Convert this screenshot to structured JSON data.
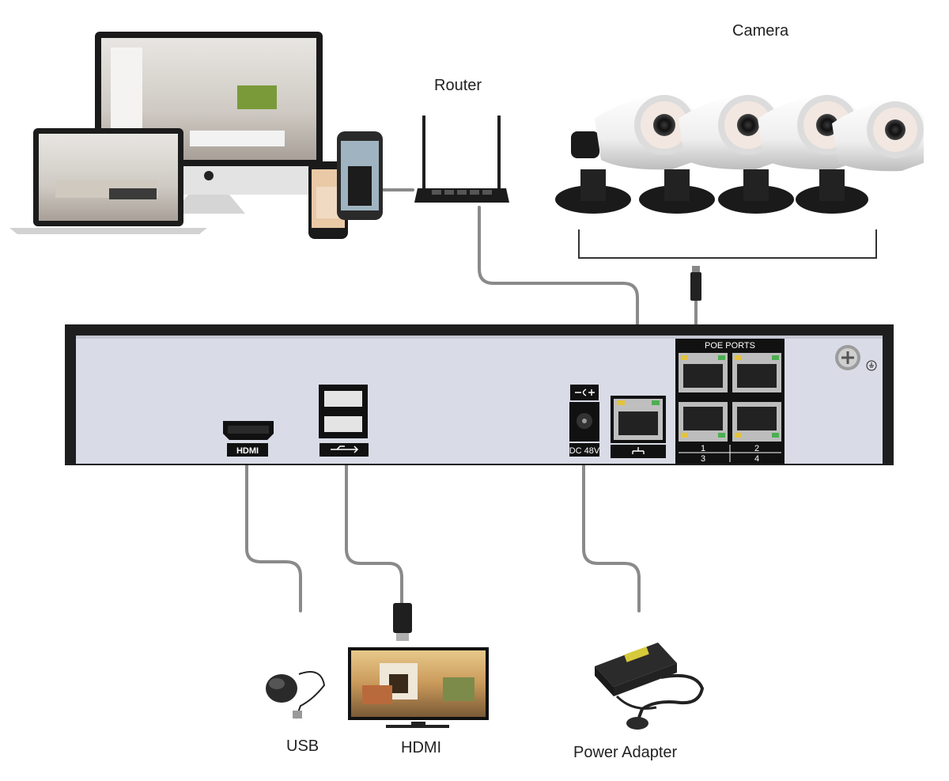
{
  "labels": {
    "camera": "Camera",
    "router": "Router",
    "usb": "USB",
    "hdmi": "HDMI",
    "power_adapter": "Power Adapter"
  },
  "nvr_panel": {
    "hdmi_port_label": "HDMI",
    "power_port_label": "DC 48V",
    "poe_header": "POE  PORTS",
    "poe_port_numbers": [
      "1",
      "2",
      "3",
      "4"
    ]
  },
  "camera_count": 4,
  "colors": {
    "cable": "#8a8a8a",
    "panel": "#d9dbe6",
    "frame": "#1e1e1e",
    "port_black": "#111111"
  }
}
